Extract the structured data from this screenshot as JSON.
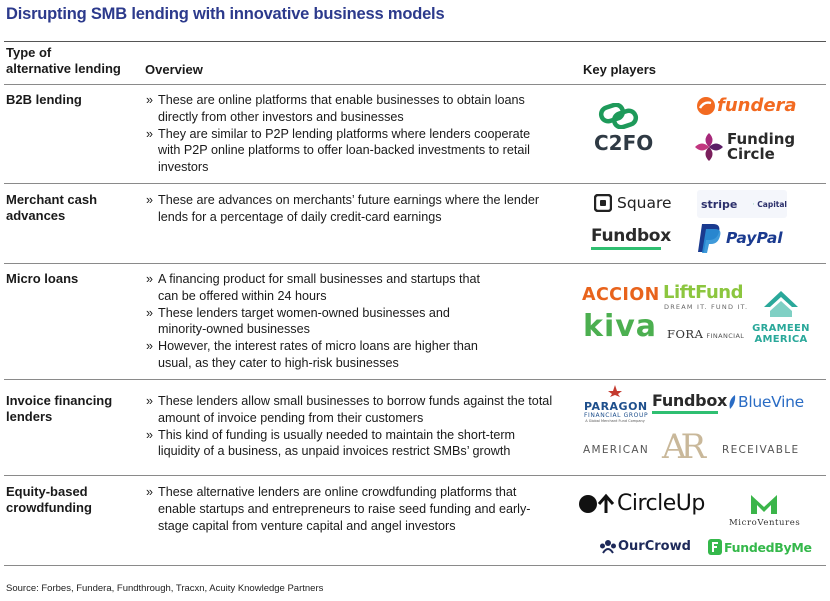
{
  "title": "Disrupting SMB lending with innovative business models",
  "headers": {
    "type_line1": "Type of",
    "type_line2": "alternative lending",
    "overview": "Overview",
    "players": "Key players"
  },
  "rows": [
    {
      "type": "B2B lending",
      "bullets": [
        "These are online platforms that enable businesses to obtain loans directly from other investors and businesses",
        "They are similar to P2P lending platforms where lenders cooperate with P2P online platforms to offer loan-backed investments to retail investors"
      ],
      "logos": [
        "C2FO",
        "fundera",
        "Funding",
        "Circle"
      ]
    },
    {
      "type": "Merchant cash advances",
      "bullets": [
        "These are advances on merchants’ future earnings where the lender lends for a percentage of daily credit-card earnings"
      ],
      "logos": [
        "Square",
        "stripe",
        "Capital",
        "Fundbox",
        "PayPal"
      ]
    },
    {
      "type": "Micro loans",
      "bullets": [
        "A financing product for small businesses and startups that can be offered within 24 hours",
        "These lenders target women-owned businesses and minority-owned businesses",
        "However, the interest rates of micro loans are higher than usual, as they cater to high-risk businesses"
      ],
      "logos": [
        "ACCION",
        "LiftFund",
        "DREAM IT. FUND IT.",
        "kiva",
        "FORA",
        "FINANCIAL",
        "GRAMEEN",
        "AMERICA"
      ]
    },
    {
      "type": "Invoice financing lenders",
      "bullets": [
        "These lenders allow small businesses to borrow funds against the total amount of invoice pending from their customers",
        "This kind of funding is usually needed to maintain the short-term liquidity of a business, as unpaid invoices restrict SMBs’ growth"
      ],
      "logos": [
        "PARAGON",
        "FINANCIAL GROUP",
        "A Global Merchant Fund Company",
        "Fundbox",
        "BlueVine",
        "AMERICAN",
        "AR",
        "RECEIVABLE"
      ]
    },
    {
      "type": "Equity-based crowdfunding",
      "bullets": [
        "These alternative lenders are online crowdfunding platforms that enable startups and entrepreneurs to raise seed funding and early-stage capital from venture capital and angel investors"
      ],
      "logos": [
        "CircleUp",
        "MicroVentures",
        "OurCrowd",
        "FundedByMe"
      ]
    }
  ],
  "source": "Source: Forbes, Fundera, Fundthrough, Tracxn, Acuity Knowledge Partners",
  "colors": {
    "title": "#2c3a8c",
    "c2fo_green": "#1e9a5a",
    "fundera_orange": "#f26a21",
    "funding_circle_purple": "#5b1f66",
    "paypal_navy": "#1a3a8f",
    "kiva_green": "#4caf50",
    "accion_orange": "#e8631c",
    "grameen_teal": "#2aa89a",
    "bluevine_blue": "#2a6cc4",
    "fundedbyme_green": "#35b84b"
  }
}
